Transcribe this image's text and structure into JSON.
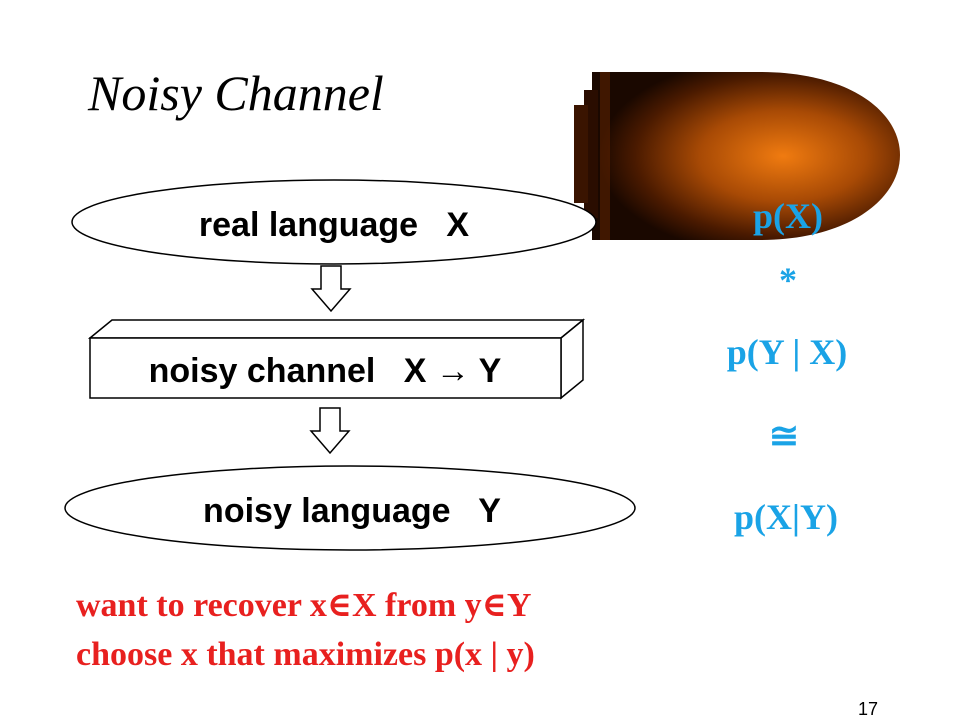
{
  "slide": {
    "title": "Noisy Channel",
    "page_number": "17"
  },
  "diagram": {
    "source_label": "real language   X",
    "channel_label": "noisy channel   X → Y",
    "output_label": "noisy language   Y"
  },
  "formula": {
    "prior": "p(X)",
    "times": "*",
    "likelihood": "p(Y | X)",
    "approx": "≅",
    "posterior": "p(X|Y)"
  },
  "notes": {
    "line1": "want to recover x∈X from y∈Y",
    "line2": "choose x that maximizes p(x | y)"
  },
  "colors": {
    "formula_blue": "#1aa3e6",
    "notes_red": "#e8201f",
    "text_black": "#000000"
  }
}
